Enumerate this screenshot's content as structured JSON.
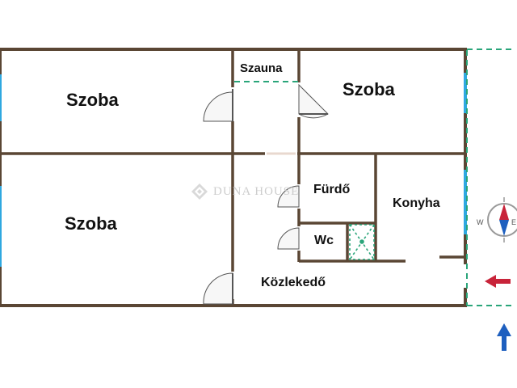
{
  "rooms": {
    "szoba_top_left": "Szoba",
    "szauna": "Szauna",
    "szoba_top_right": "Szoba",
    "szoba_bottom_left": "Szoba",
    "furdo": "Fürdő",
    "konyha": "Konyha",
    "wc": "Wc",
    "kozlekedo": "Közlekedő"
  },
  "watermark": {
    "text": "DUNA HOUSE"
  },
  "compass": {
    "west_label": "W",
    "east_label": "E"
  },
  "colors": {
    "wall": "#5a4634",
    "window": "#2fa8e0",
    "green_dash": "#2aa57a",
    "entrance_arrow": "#c8243a",
    "north_arrow": "#1e5fbf"
  }
}
